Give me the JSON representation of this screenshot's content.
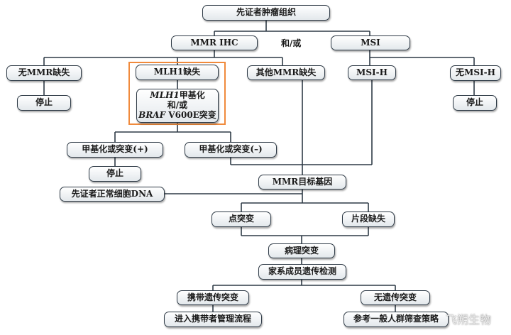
{
  "nodes": {
    "proband_tumor": "先证者肿瘤组织",
    "mmr_ihc": "MMR IHC",
    "and_or_top": "和/或",
    "msi": "MSI",
    "no_mmr_loss": "无MMR缺失",
    "stop_1": "停止",
    "mlh1_loss": "MLH1缺失",
    "mlh1_meth_italic": "MLH1",
    "mlh1_meth_suffix": "甲基化",
    "mlh1_and_or": "和/或",
    "braf_italic": "BRAF",
    "braf_suffix": " V600E突变",
    "other_mmr_loss": "其他MMR缺失",
    "msi_h": "MSI-H",
    "no_msi_h": "无MSI-H",
    "stop_2": "停止",
    "meth_pos": "甲基化或突变(+)",
    "meth_neg": "甲基化或突变(–)",
    "stop_3": "停止",
    "mmr_target_gene": "MMR目标基因",
    "proband_normal_dna": "先证者正常细胞DNA",
    "point_mutation": "点突变",
    "fragment_deletion": "片段缺失",
    "pathogenic_mutation": "病理突变",
    "family_testing": "家系成员遗传检测",
    "carrier": "携带遗传突变",
    "non_carrier": "无遗传突变",
    "carrier_mgmt": "进入携带者管理流程",
    "population_screening": "参考一般人群筛查策略"
  },
  "watermark": "飞朔生物",
  "colors": {
    "line": "#2e3a46",
    "highlight": "#f08a3c"
  }
}
